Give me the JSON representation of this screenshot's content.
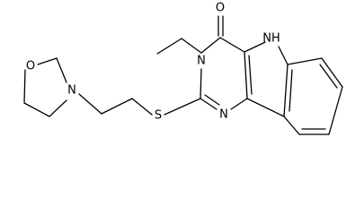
{
  "molecule": {
    "atoms": {
      "o_carbonyl": "O",
      "n_indole": "NH",
      "n3": "N",
      "n1": "N",
      "s": "S",
      "n_morpholine": "N",
      "o_morpholine": "O"
    }
  }
}
